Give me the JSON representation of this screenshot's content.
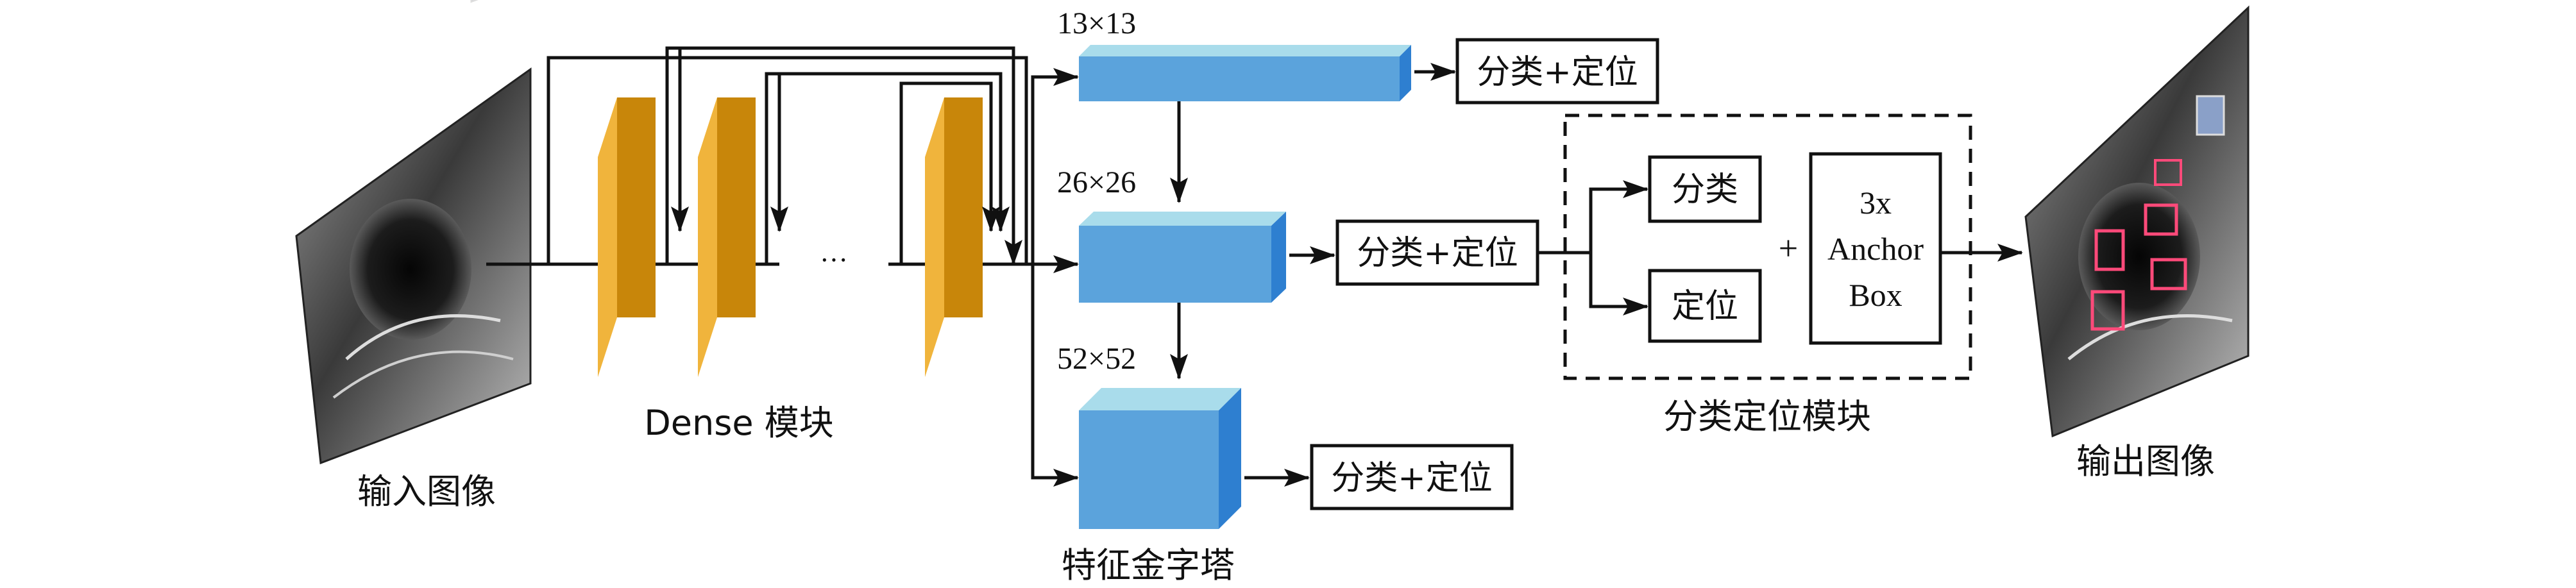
{
  "labels": {
    "input_image": "输入图像",
    "output_image": "输出图像",
    "dense_module": "Dense 模块",
    "ellipsis": "···",
    "feature_pyramid": "特征金字塔",
    "size_13": "13×13",
    "size_26": "26×26",
    "size_52": "52×52",
    "cls_loc": "分类+定位",
    "cls": "分类",
    "loc": "定位",
    "plus": "+",
    "anchor_line1": "3x",
    "anchor_line2": "Anchor",
    "anchor_line3": "Box",
    "cls_loc_module": "分类定位模块"
  },
  "colors": {
    "dense_block_front": "#C8860A",
    "dense_block_side": "#F0B43C",
    "pyramid_front": "#5BA3DC",
    "pyramid_top": "#A9DCEB",
    "pyramid_side": "#2E7FD0",
    "line": "#111111"
  }
}
